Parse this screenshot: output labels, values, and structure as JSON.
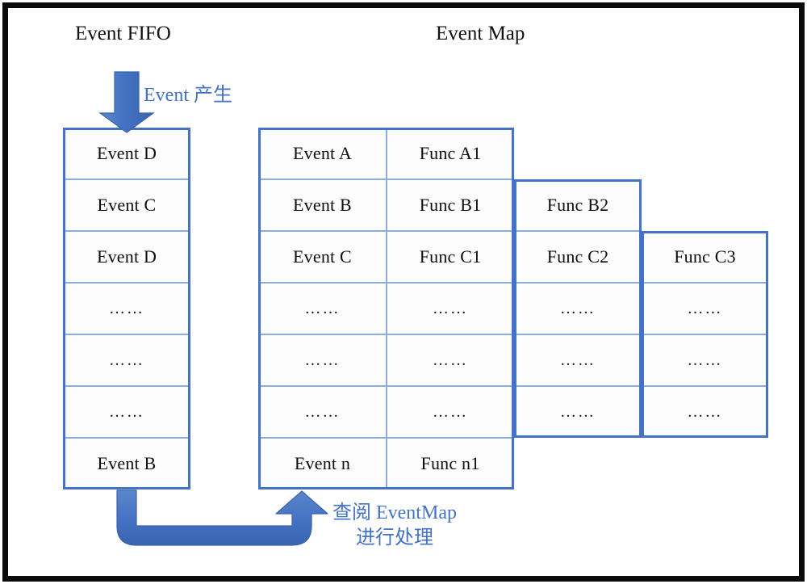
{
  "headings": {
    "fifo": "Event FIFO",
    "map": "Event Map"
  },
  "labels": {
    "produce": "Event 产生",
    "lookup_line1": "查阅 EventMap",
    "lookup_line2": "进行处理"
  },
  "colors": {
    "border_blue": "#4472C4",
    "inner_line_blue": "#8FAADC",
    "arrow_blue": "#4472C4",
    "text_blue": "#4472C4",
    "frame_black": "#0a0a0a",
    "cell_bg": "#FDFDFD"
  },
  "fifo": {
    "name": "event-fifo-queue",
    "rows": [
      "Event D",
      "Event C",
      "Event D",
      "……",
      "……",
      "……",
      "Event B"
    ]
  },
  "event_map": {
    "name": "event-map-table",
    "rows": [
      {
        "cells": [
          "Event A",
          "Func A1"
        ]
      },
      {
        "cells": [
          "Event B",
          "Func B1",
          "Func B2"
        ]
      },
      {
        "cells": [
          "Event C",
          "Func C1",
          "Func C2",
          "Func C3"
        ]
      },
      {
        "cells": [
          "……",
          "……",
          "……",
          "……"
        ]
      },
      {
        "cells": [
          "……",
          "……",
          "……",
          "……"
        ]
      },
      {
        "cells": [
          "……",
          "……",
          "……",
          "……"
        ]
      },
      {
        "cells": [
          "Event n",
          "Func n1"
        ]
      }
    ]
  },
  "arrows": {
    "produce_arrow": "down-arrow-into-fifo",
    "lookup_arrow": "u-turn-arrow-fifo-to-eventmap"
  }
}
